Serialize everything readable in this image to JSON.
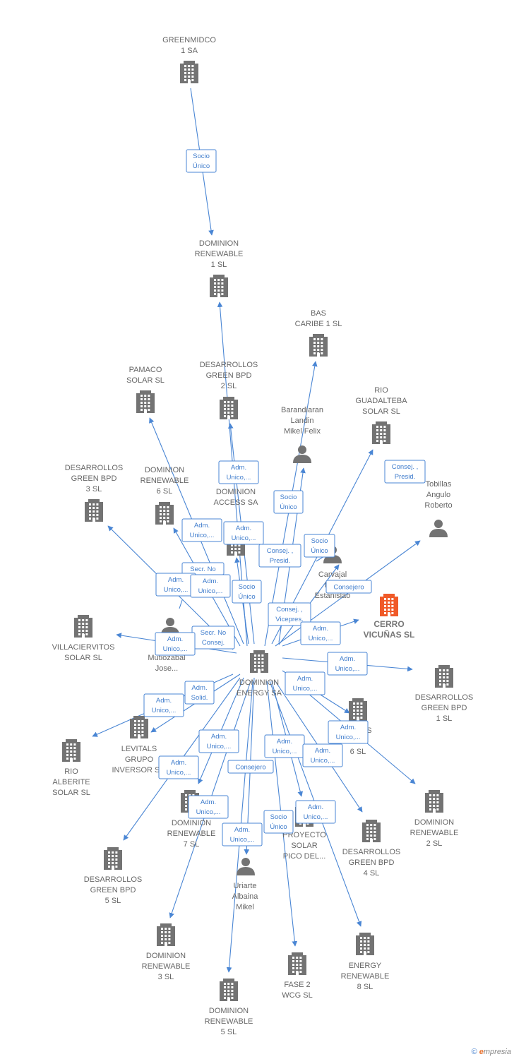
{
  "colors": {
    "company": "#737373",
    "focus": "#f05a28",
    "person": "#737373",
    "edge": "#4a86d4"
  },
  "nodes": [
    {
      "id": "greenmidco",
      "kind": "company",
      "lines": [
        "GREENMIDCO",
        "1 SA"
      ]
    },
    {
      "id": "dominion_renewable_1",
      "kind": "company",
      "lines": [
        "DOMINION",
        "RENEWABLE",
        "1  SL"
      ]
    },
    {
      "id": "bas_caribe",
      "kind": "company",
      "lines": [
        "BAS",
        "CARIBE 1  SL"
      ]
    },
    {
      "id": "pamaco",
      "kind": "company",
      "lines": [
        "PAMACO",
        "SOLAR  SL"
      ]
    },
    {
      "id": "desarrollos_gbpd_2",
      "kind": "company",
      "lines": [
        "DESARROLLOS",
        "GREEN BPD",
        "2  SL"
      ]
    },
    {
      "id": "rio_guadalteba",
      "kind": "company",
      "lines": [
        "RIO",
        "GUADALTEBA",
        "SOLAR  SL"
      ]
    },
    {
      "id": "barandiaran",
      "kind": "person",
      "lines": [
        "Barandiaran",
        "Landin",
        "Mikel Felix"
      ]
    },
    {
      "id": "desarrollos_gbpd_3",
      "kind": "company",
      "lines": [
        "DESARROLLOS",
        "GREEN BPD",
        "3  SL"
      ]
    },
    {
      "id": "dominion_renewable_6",
      "kind": "company",
      "lines": [
        "DOMINION",
        "RENEWABLE",
        "6  SL"
      ]
    },
    {
      "id": "dominion_access",
      "kind": "company",
      "lines": [
        "DOMINION",
        "ACCESS SA"
      ]
    },
    {
      "id": "tobillas",
      "kind": "person",
      "lines": [
        "Tobillas",
        "Angulo",
        "Roberto"
      ]
    },
    {
      "id": "carvajal",
      "kind": "person",
      "lines": [
        "Carvajal",
        "Bo...",
        "Estanislao"
      ]
    },
    {
      "id": "cerro_vicunas",
      "kind": "focus",
      "lines": [
        "CERRO",
        "VICUÑAS  SL"
      ]
    },
    {
      "id": "villaciervitos",
      "kind": "company",
      "lines": [
        "VILLACIERVITOS",
        "SOLAR  SL"
      ]
    },
    {
      "id": "muguruza",
      "kind": "person",
      "lines": [
        "B...",
        "Mutiozabal",
        "Jose..."
      ]
    },
    {
      "id": "dominion_energy",
      "kind": "company",
      "lines": [
        "DOMINION",
        "ENERGY SA"
      ]
    },
    {
      "id": "desarrollos_gbpd_1",
      "kind": "company",
      "lines": [
        "DESARROLLOS",
        "GREEN BPD",
        "1  SL"
      ]
    },
    {
      "id": "desarrollos_gbpd_6",
      "kind": "company",
      "lines": [
        "D...LOS",
        "...PD",
        "6  SL"
      ]
    },
    {
      "id": "rio_alberite",
      "kind": "company",
      "lines": [
        "RIO",
        "ALBERITE",
        "SOLAR  SL"
      ]
    },
    {
      "id": "levitals",
      "kind": "company",
      "lines": [
        "LEVITALS",
        "GRUPO",
        "INVERSOR S..."
      ]
    },
    {
      "id": "dominion_renewable_2",
      "kind": "company",
      "lines": [
        "DOMINION",
        "RENEWABLE",
        "2  SL"
      ]
    },
    {
      "id": "dominion_renewable_7",
      "kind": "company",
      "lines": [
        "DOMINION",
        "RENEWABLE",
        "7  SL"
      ]
    },
    {
      "id": "proyecto_solar",
      "kind": "company",
      "lines": [
        "PROYECTO",
        "SOLAR",
        "PICO DEL..."
      ]
    },
    {
      "id": "desarrollos_gbpd_4",
      "kind": "company",
      "lines": [
        "DESARROLLOS",
        "GREEN BPD",
        "4  SL"
      ]
    },
    {
      "id": "desarrollos_gbpd_5",
      "kind": "company",
      "lines": [
        "DESARROLLOS",
        "GREEN BPD",
        "5  SL"
      ]
    },
    {
      "id": "uriarte",
      "kind": "person",
      "lines": [
        "Uriarte",
        "Albaina",
        "Mikel"
      ]
    },
    {
      "id": "dominion_renewable_3",
      "kind": "company",
      "lines": [
        "DOMINION",
        "RENEWABLE",
        "3  SL"
      ]
    },
    {
      "id": "fase2",
      "kind": "company",
      "lines": [
        "FASE 2",
        "WCG  SL"
      ]
    },
    {
      "id": "energy_renewable_8",
      "kind": "company",
      "lines": [
        "ENERGY",
        "RENEWABLE",
        "8  SL"
      ]
    },
    {
      "id": "dominion_renewable_5",
      "kind": "company",
      "lines": [
        "DOMINION",
        "RENEWABLE",
        "5  SL"
      ]
    }
  ],
  "relations": [
    {
      "id": "r1",
      "lines": [
        "Socio",
        "Único"
      ]
    },
    {
      "id": "r2",
      "lines": [
        "Adm.",
        "Unico,..."
      ]
    },
    {
      "id": "r3",
      "lines": [
        "Consej. ,",
        "Presid."
      ]
    },
    {
      "id": "r4",
      "lines": [
        "Socio",
        "Único"
      ]
    },
    {
      "id": "r5",
      "lines": [
        "Adm.",
        "Unico,..."
      ]
    },
    {
      "id": "r6",
      "lines": [
        "Adm.",
        "Unico,..."
      ]
    },
    {
      "id": "r7",
      "lines": [
        "Consej. ,",
        "Presid."
      ]
    },
    {
      "id": "r8",
      "lines": [
        "Socio",
        "Único"
      ]
    },
    {
      "id": "r9",
      "lines": [
        "Secr.  No",
        ""
      ]
    },
    {
      "id": "r10",
      "lines": [
        "Adm.",
        "Unico,..."
      ]
    },
    {
      "id": "r11",
      "lines": [
        "Adm.",
        "Unico,..."
      ]
    },
    {
      "id": "r12",
      "lines": [
        "Socio",
        "Único"
      ]
    },
    {
      "id": "r13",
      "lines": [
        "Consejero"
      ]
    },
    {
      "id": "r14",
      "lines": [
        "Consej. ,",
        "Vicepres."
      ]
    },
    {
      "id": "r15",
      "lines": [
        "Adm.",
        "Unico,..."
      ]
    },
    {
      "id": "r16",
      "lines": [
        "Secr.  No",
        "Consej."
      ]
    },
    {
      "id": "r17",
      "lines": [
        "Adm.",
        "Unico,..."
      ]
    },
    {
      "id": "r18",
      "lines": [
        "Adm.",
        "Unico,..."
      ]
    },
    {
      "id": "r19",
      "lines": [
        "Adm.",
        "Unico,..."
      ]
    },
    {
      "id": "r20",
      "lines": [
        "Adm.",
        "Solid."
      ]
    },
    {
      "id": "r21",
      "lines": [
        "Adm.",
        "Unico,..."
      ]
    },
    {
      "id": "r22",
      "lines": [
        "Adm.",
        "Unico,..."
      ]
    },
    {
      "id": "r23",
      "lines": [
        "Adm.",
        "Unico,..."
      ]
    },
    {
      "id": "r24",
      "lines": [
        "Adm.",
        "Unico,..."
      ]
    },
    {
      "id": "r25",
      "lines": [
        "Consejero"
      ]
    },
    {
      "id": "r26",
      "lines": [
        "Adm.",
        "Unico,..."
      ]
    },
    {
      "id": "r27",
      "lines": [
        "Adm.",
        "Unico,..."
      ]
    },
    {
      "id": "r28",
      "lines": [
        "Adm.",
        "Unico,..."
      ]
    },
    {
      "id": "r29",
      "lines": [
        "Socio",
        "Único"
      ]
    },
    {
      "id": "r30",
      "lines": [
        "Adm.",
        "Unico,..."
      ]
    },
    {
      "id": "r31",
      "lines": [
        "Adm.",
        "Unico,..."
      ]
    }
  ],
  "footer": {
    "copyright": "©",
    "brand_initial": "e",
    "brand_rest": "mpresia"
  }
}
